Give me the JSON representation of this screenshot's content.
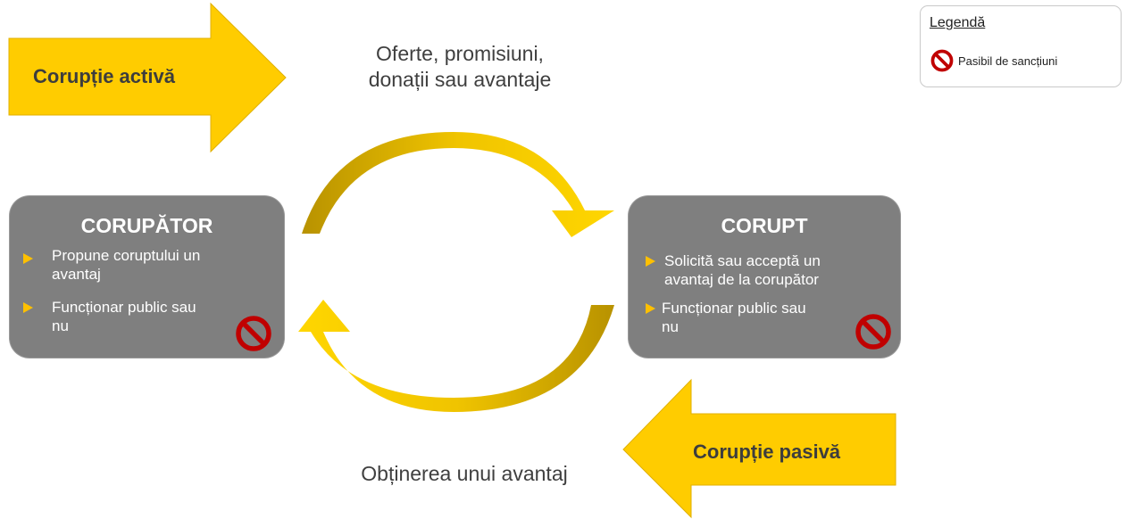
{
  "active_corruption": {
    "label": "Corupție activă"
  },
  "passive_corruption": {
    "label": "Corupție pasivă"
  },
  "top_flow": {
    "line1": "Oferte, promisiuni,",
    "line2": "donații sau avantaje"
  },
  "bottom_flow": {
    "text": "Obținerea unui avantaj"
  },
  "corruptor_box": {
    "title": "CORUPĂTOR",
    "items": [
      {
        "line1": "Propune coruptului un",
        "line2": "avantaj"
      },
      {
        "line1": "Funcționar public sau",
        "line2": "nu"
      }
    ],
    "sanction_icon": "prohibited-icon"
  },
  "corrupt_box": {
    "title": "CORUPT",
    "items": [
      {
        "line1": "Solicită sau acceptă un",
        "line2": "avantaj de la corupător"
      },
      {
        "line1": "Funcționar public sau",
        "line2": "nu"
      }
    ],
    "sanction_icon": "prohibited-icon"
  },
  "legend": {
    "title": "Legendă",
    "items": [
      {
        "icon": "prohibited-icon",
        "label": "Pasibil de sancțiuni"
      }
    ]
  },
  "colors": {
    "arrow_yellow": "#ffcc00",
    "arrow_gold_dark": "#c9a100",
    "box_gray": "#7f7f7f",
    "bullet_yellow": "#ffc000",
    "prohibited_red": "#c00000"
  }
}
